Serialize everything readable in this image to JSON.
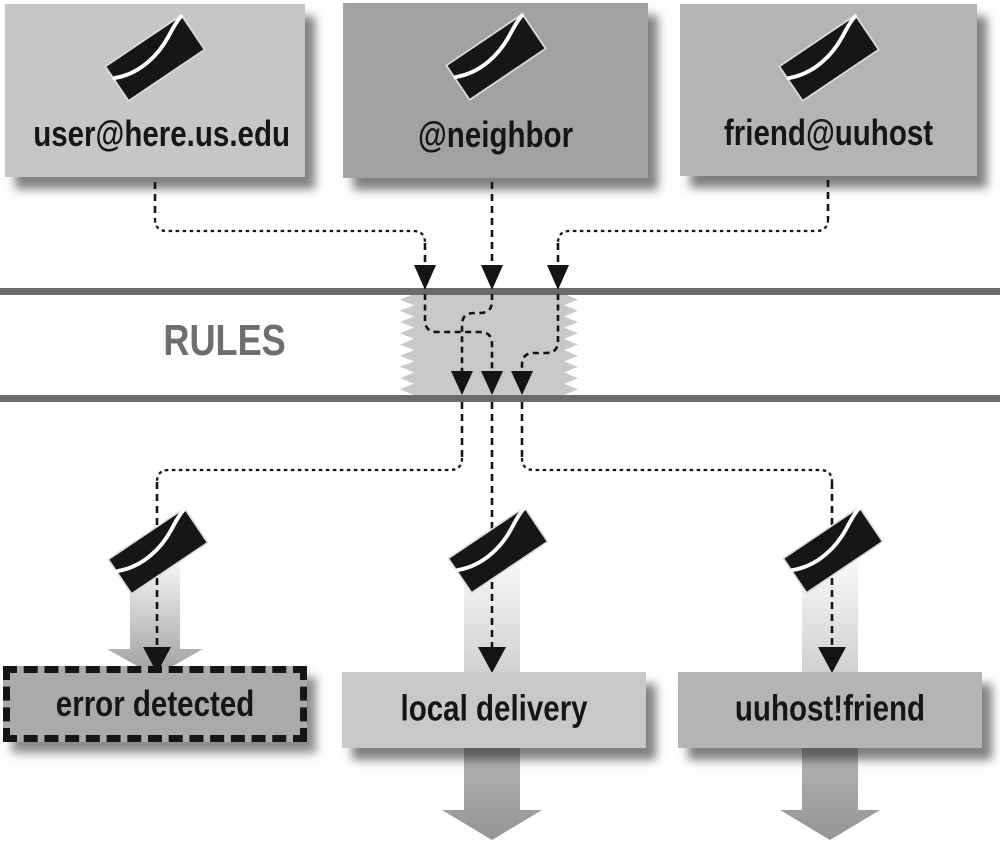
{
  "diagram": {
    "title_hint": "addresses flow through sendmail rules",
    "top_addresses": [
      {
        "label": "user@here.us.edu"
      },
      {
        "label": "@neighbor"
      },
      {
        "label": "friend@uuhost"
      }
    ],
    "rules": {
      "label": "RULES"
    },
    "outcomes": [
      {
        "label": "error detected"
      },
      {
        "label": "local delivery"
      },
      {
        "label": "uuhost!friend"
      }
    ],
    "icons": {
      "envelope": "envelope-icon",
      "flow_arrowhead": "down-arrowhead-icon",
      "delivery_arrow": "gradient-down-arrow"
    },
    "colors": {
      "background": "#ffffff",
      "box_light_gray": "#c6c6c6",
      "box_mid_gray": "#a2a2a2",
      "box_gray": "#b4b4b4",
      "rule_bar": "#6b6b6b",
      "rules_text": "#6e6e6e",
      "rewrite_patch": "#c9c9c9",
      "error_box": "#aaaaaa",
      "ink": "#161616"
    }
  }
}
